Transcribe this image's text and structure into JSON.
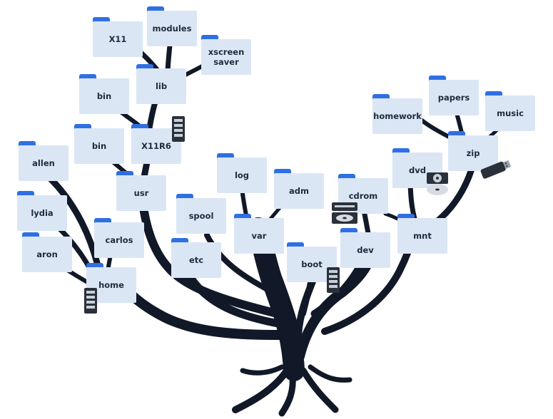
{
  "colors": {
    "trunk": "#111827",
    "folder_fill": "#dbe6f5",
    "folder_tab": "#2f6fe4",
    "label": "#1f2a3a"
  },
  "folders": [
    {
      "id": "x11",
      "label": "X11"
    },
    {
      "id": "modules",
      "label": "modules"
    },
    {
      "id": "xscreensaver",
      "label": "xscreen\nsaver"
    },
    {
      "id": "lib",
      "label": "lib"
    },
    {
      "id": "bin-upper",
      "label": "bin"
    },
    {
      "id": "bin-lower",
      "label": "bin"
    },
    {
      "id": "x11r6",
      "label": "X11R6"
    },
    {
      "id": "allen",
      "label": "allen"
    },
    {
      "id": "usr",
      "label": "usr"
    },
    {
      "id": "lydia",
      "label": "lydia"
    },
    {
      "id": "carlos",
      "label": "carlos"
    },
    {
      "id": "aron",
      "label": "aron"
    },
    {
      "id": "home",
      "label": "home"
    },
    {
      "id": "log",
      "label": "log"
    },
    {
      "id": "adm",
      "label": "adm"
    },
    {
      "id": "spool",
      "label": "spool"
    },
    {
      "id": "var",
      "label": "var"
    },
    {
      "id": "etc",
      "label": "etc"
    },
    {
      "id": "boot",
      "label": "boot"
    },
    {
      "id": "cdrom",
      "label": "cdrom"
    },
    {
      "id": "dev",
      "label": "dev"
    },
    {
      "id": "dvd",
      "label": "dvd"
    },
    {
      "id": "mnt",
      "label": "mnt"
    },
    {
      "id": "homework",
      "label": "homework"
    },
    {
      "id": "papers",
      "label": "papers"
    },
    {
      "id": "music",
      "label": "music"
    },
    {
      "id": "zip",
      "label": "zip"
    }
  ],
  "devices": [
    {
      "id": "server-x11r6",
      "icon": "server-icon"
    },
    {
      "id": "server-home",
      "icon": "server-icon"
    },
    {
      "id": "server-boot",
      "icon": "server-icon"
    },
    {
      "id": "cd-drive",
      "icon": "cd-drive-icon"
    },
    {
      "id": "dvd-disc",
      "icon": "dvd-disc-icon"
    },
    {
      "id": "usb-stick",
      "icon": "usb-stick-icon"
    }
  ]
}
